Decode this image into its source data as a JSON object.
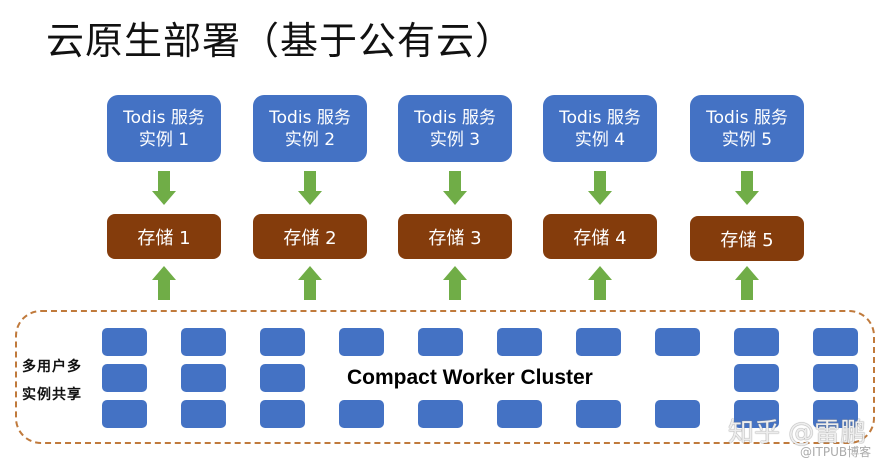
{
  "title": "云原生部署（基于公有云）",
  "services": [
    {
      "line1": "Todis 服务",
      "line2": "实例 1"
    },
    {
      "line1": "Todis 服务",
      "line2": "实例 2"
    },
    {
      "line1": "Todis 服务",
      "line2": "实例 3"
    },
    {
      "line1": "Todis 服务",
      "line2": "实例 4"
    },
    {
      "line1": "Todis 服务",
      "line2": "实例 5"
    }
  ],
  "storages": [
    "存储 1",
    "存储 2",
    "存储 3",
    "存储 4",
    "存储 5"
  ],
  "cluster": {
    "label": "Compact Worker Cluster",
    "side_label_line1": "多用户多",
    "side_label_line2": "实例共享",
    "columns": 10,
    "rows": 3
  },
  "colors": {
    "service": "#4472c4",
    "storage": "#843c0c",
    "arrow": "#70ad47",
    "cluster_border": "#c07a3c",
    "node": "#4472c4"
  },
  "watermark": {
    "main": "知乎 @雷鹏",
    "sub": "@ITPUB博客"
  }
}
